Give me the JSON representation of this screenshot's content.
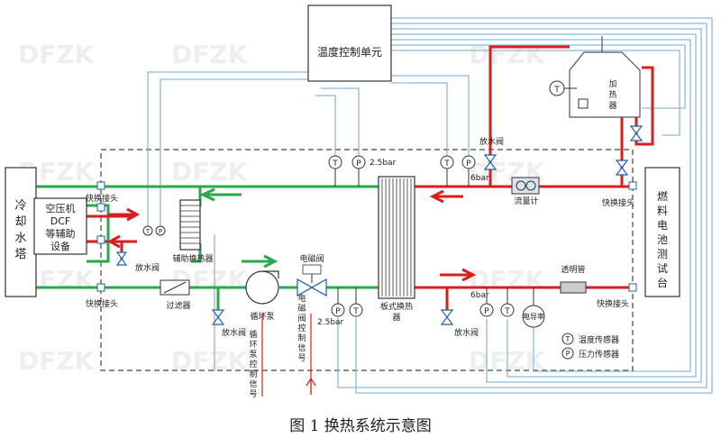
{
  "labels": {
    "control_unit": "温度控制单元",
    "cooling_tower": [
      "冷",
      "却",
      "水",
      "塔"
    ],
    "aux_equipment": [
      "空压机",
      "DCF",
      "等辅助",
      "设备"
    ],
    "fuel_cell": [
      "燃",
      "料",
      "电",
      "池",
      "测",
      "试",
      "台"
    ],
    "heater": [
      "加",
      "热",
      "器"
    ],
    "quick_coupling": "快换接头",
    "drain_valve": "放水阀",
    "aux_exchanger": "辅助换热器",
    "filter": "过滤器",
    "pump": "循环泵",
    "solenoid_valve": "电磁阀",
    "solenoid_signal": [
      "电",
      "磁",
      "阀",
      "控",
      "制",
      "信",
      "号"
    ],
    "pump_signal": [
      "循",
      "环",
      "泵",
      "控",
      "制",
      "信",
      "号"
    ],
    "plate_exchanger": [
      "板式换热",
      "器"
    ],
    "flowmeter": "流量计",
    "sight_tube": "透明管",
    "conductivity": "电导率",
    "pressure_25": "2.5bar",
    "pressure_6": "6bar",
    "legend_temp": "温度传感器",
    "legend_press": "压力传感器",
    "sym_t": "T",
    "sym_p": "P"
  },
  "caption": "图 1  换热系统示意图",
  "watermark": "DFZK",
  "colors": {
    "hot": "#d81e1e",
    "cold": "#2aa84a",
    "signal": "#8fb6d8",
    "line": "#333333"
  }
}
